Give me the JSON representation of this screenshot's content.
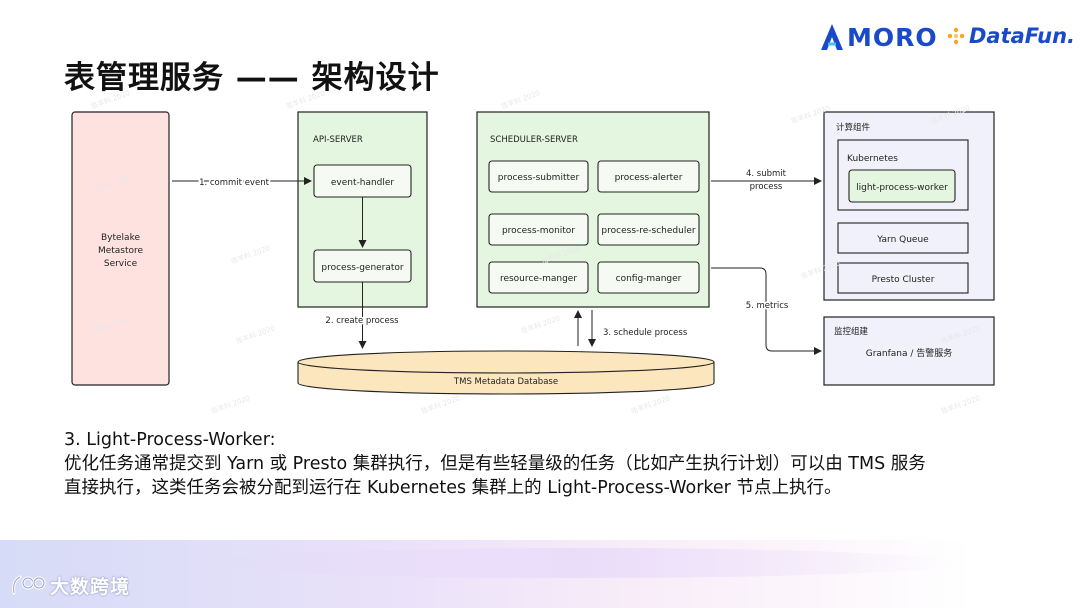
{
  "title": "表管理服务 —— 架构设计",
  "logos": {
    "amoro": "MORO",
    "amoro_initial": "A",
    "datafun": "DataFun.",
    "footer": "大数跨境"
  },
  "watermark": "瓴羊科 2020",
  "diagram": {
    "metastore": {
      "line1": "Bytelake",
      "line2": "Metastore",
      "line3": "Service"
    },
    "api_server": {
      "label": "API-SERVER",
      "event_handler": "event-handler",
      "process_generator": "process-generator"
    },
    "scheduler_server": {
      "label": "SCHEDULER-SERVER",
      "process_submitter": "process-submitter",
      "process_alerter": "process-alerter",
      "process_monitor": "process-monitor",
      "process_re_scheduler": "process-re-scheduler",
      "resource_manger": "resource-manger",
      "config_manger": "config-manger"
    },
    "compute": {
      "label": "计算组件",
      "kubernetes": "Kubernetes",
      "light_worker": "light-process-worker",
      "yarn_queue": "Yarn Queue",
      "presto_cluster": "Presto Cluster"
    },
    "monitor": {
      "label": "监控组建",
      "content": "Granfana / 告警服务"
    },
    "database": "TMS Metadata Database",
    "edges": {
      "commit_event": "1. commit event",
      "create_process": "2. create process",
      "schedule_process": "3. schedule process",
      "submit_line1": "4. submit",
      "submit_line2": "process",
      "metrics": "5. metrics"
    }
  },
  "body": {
    "heading": "3. Light-Process-Worker:",
    "line1": "优化任务通常提交到 Yarn 或 Presto 集群执行，但是有些轻量级的任务（比如产生执行计划）可以由 TMS 服务",
    "line2": "直接执行，这类任务会被分配到运行在 Kubernetes 集群上的 Light-Process-Worker 节点上执行。"
  },
  "colors": {
    "brand_blue": "#1a49c9",
    "metastore_fill": "#fde2e0",
    "server_fill": "#e4f5e0",
    "compute_fill": "#f0f1fa",
    "database_fill": "#fbe6bd"
  }
}
